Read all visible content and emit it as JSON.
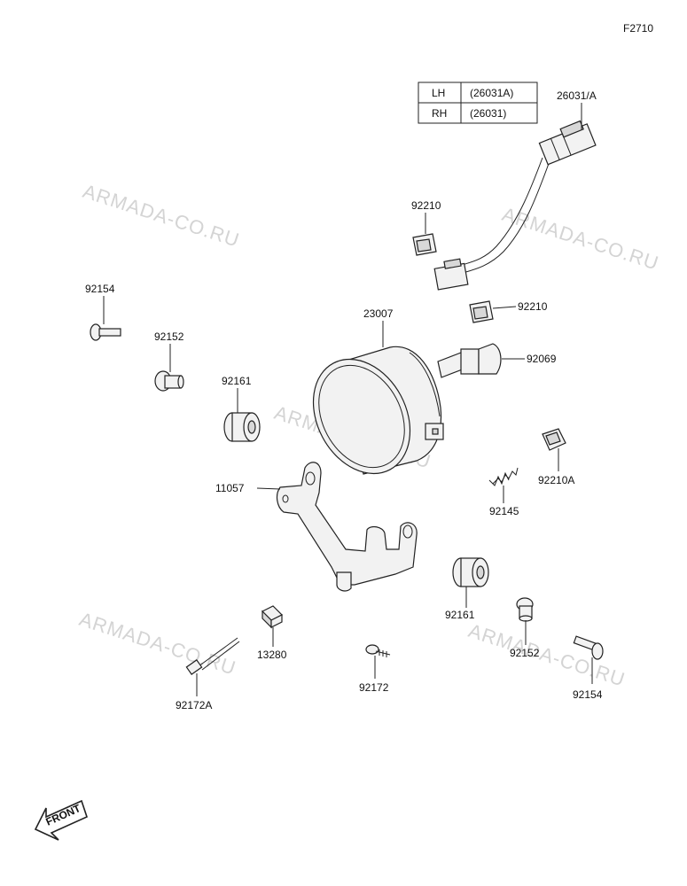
{
  "page_code": "F2710",
  "watermarks": [
    "ARMADA-CO.RU",
    "ARMADA-CO.RU",
    "ARMADA-CO.RU",
    "ARMADA-CO.RU"
  ],
  "variant_table": {
    "rows": [
      {
        "side": "LH",
        "part": "(26031A)"
      },
      {
        "side": "RH",
        "part": "(26031)"
      }
    ]
  },
  "parts": {
    "harness": "26031/A",
    "clip_top": "92210",
    "clip_mid": "92210",
    "headlamp": "23007",
    "bulb": "92069",
    "clip_right": "92210A",
    "spring": "92145",
    "bracket": "11057",
    "bolt_left": "92154",
    "collar_left": "92152",
    "grommet_left": "92161",
    "grommet_right": "92161",
    "collar_right": "92152",
    "bolt_right": "92154",
    "nut": "13280",
    "screw": "92172",
    "long_bolt": "92172A"
  },
  "front_label": "FRONT"
}
